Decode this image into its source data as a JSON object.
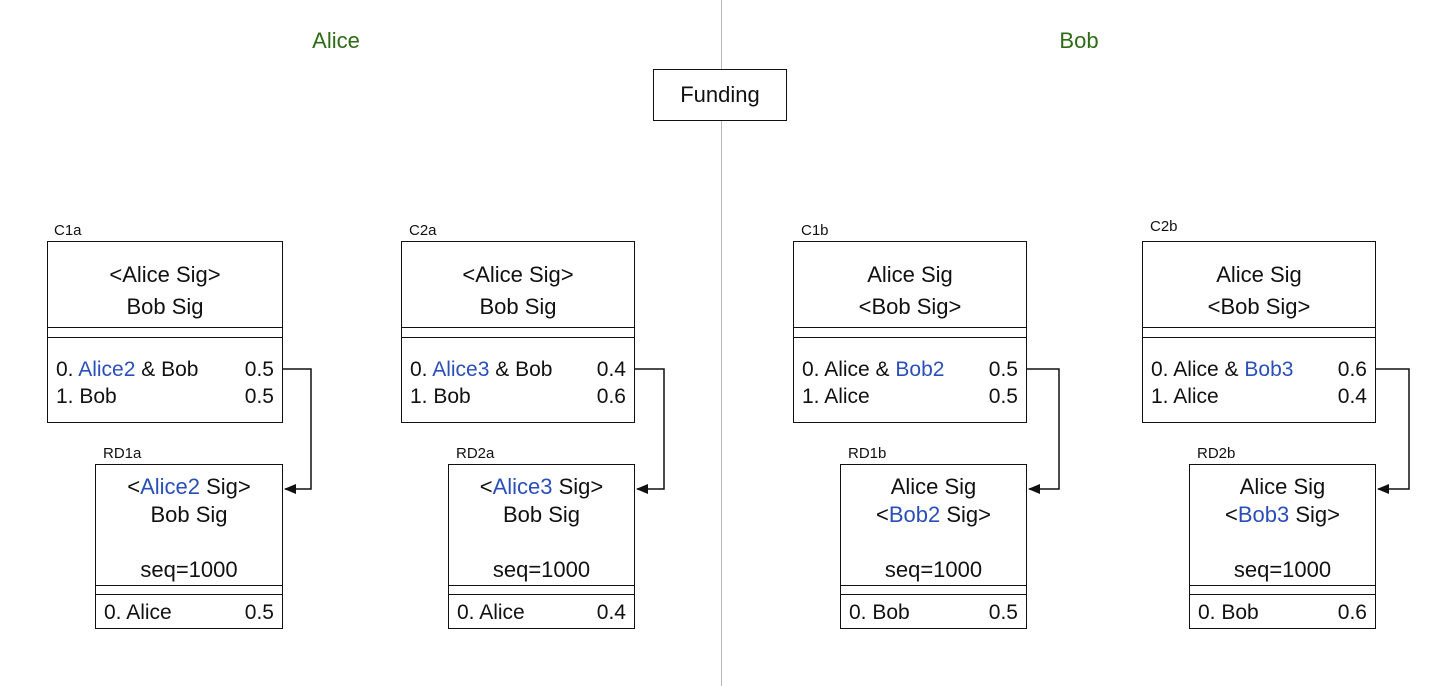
{
  "parties": {
    "left": "Alice",
    "right": "Bob"
  },
  "funding": "Funding",
  "colors": {
    "highlight": "#2a4fb8",
    "party": "#2e6b14"
  },
  "commitments": {
    "C1a": {
      "tag": "C1a",
      "sig1": "<Alice Sig>",
      "sig2": "Bob Sig",
      "out0_num": "0. ",
      "out0_blue": "Alice2",
      "out0_rest": " & Bob",
      "out0_val": "0.5",
      "out1": "1. Bob",
      "out1_val": "0.5"
    },
    "C2a": {
      "tag": "C2a",
      "sig1": "<Alice Sig>",
      "sig2": "Bob Sig",
      "out0_num": "0. ",
      "out0_blue": "Alice3",
      "out0_rest": " & Bob",
      "out0_val": "0.4",
      "out1": "1. Bob",
      "out1_val": "0.6"
    },
    "C1b": {
      "tag": "C1b",
      "sig1": "Alice Sig",
      "sig2": "<Bob Sig>",
      "out0_pre": "0. Alice & ",
      "out0_blue": "Bob2",
      "out0_val": "0.5",
      "out1": "1. Alice",
      "out1_val": "0.5"
    },
    "C2b": {
      "tag": "C2b",
      "sig1": "Alice Sig",
      "sig2": "<Bob Sig>",
      "out0_pre": "0. Alice & ",
      "out0_blue": "Bob3",
      "out0_val": "0.6",
      "out1": "1. Alice",
      "out1_val": "0.4"
    }
  },
  "revocations": {
    "RD1a": {
      "tag": "RD1a",
      "sig1_pre": "<",
      "sig1_blue": "Alice2",
      "sig1_post": " Sig>",
      "sig2": "Bob Sig",
      "seq": "seq=1000",
      "out": "0. Alice",
      "out_val": "0.5"
    },
    "RD2a": {
      "tag": "RD2a",
      "sig1_pre": "<",
      "sig1_blue": "Alice3",
      "sig1_post": " Sig>",
      "sig2": "Bob Sig",
      "seq": "seq=1000",
      "out": "0. Alice",
      "out_val": "0.4"
    },
    "RD1b": {
      "tag": "RD1b",
      "sig1": "Alice Sig",
      "sig2_pre": "<",
      "sig2_blue": "Bob2",
      "sig2_post": " Sig>",
      "seq": "seq=1000",
      "out": "0. Bob",
      "out_val": "0.5"
    },
    "RD2b": {
      "tag": "RD2b",
      "sig1": "Alice Sig",
      "sig2_pre": "<",
      "sig2_blue": "Bob3",
      "sig2_post": " Sig>",
      "seq": "seq=1000",
      "out": "0. Bob",
      "out_val": "0.6"
    }
  }
}
